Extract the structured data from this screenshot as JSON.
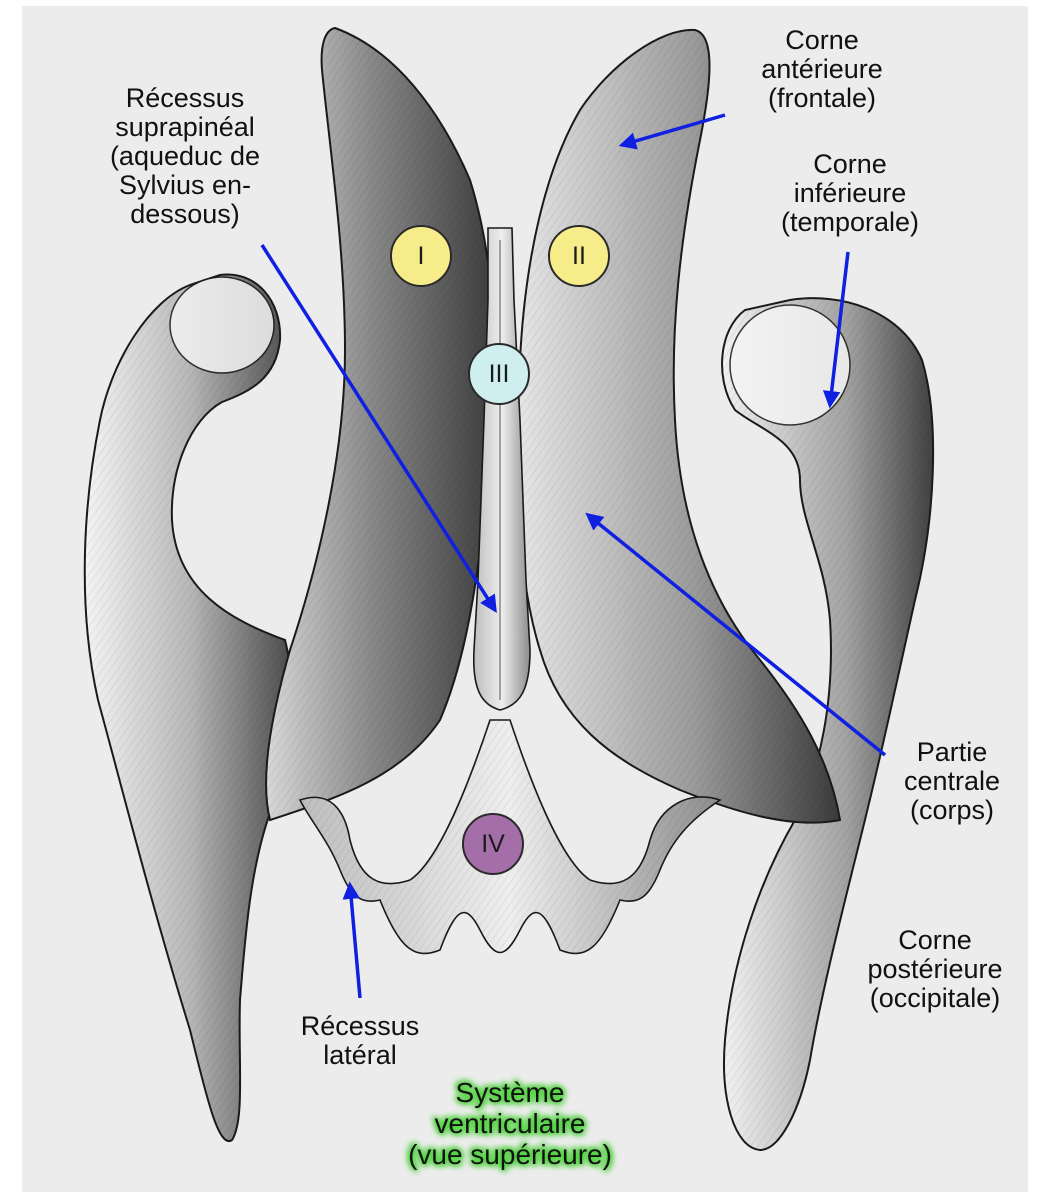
{
  "colors": {
    "background": "#ececec",
    "arrow": "#1020e0",
    "marker_lateral": "#f7ec8a",
    "marker_third": "#cfeef0",
    "marker_fourth": "#a46fa8",
    "caption_glow": "#4cd13a"
  },
  "labels": {
    "corne_anterieure": [
      "Corne",
      "antérieure",
      "(frontale)"
    ],
    "recessus_suprapineal": [
      "Récessus",
      "suprapinéal",
      "(aqueduc de",
      "Sylvius en-",
      "dessous)"
    ],
    "corne_inferieure": [
      "Corne",
      "inférieure",
      "(temporale)"
    ],
    "partie_centrale": [
      "Partie",
      "centrale",
      "(corps)"
    ],
    "corne_posterieure": [
      "Corne",
      "postérieure",
      "(occipitale)"
    ],
    "recessus_lateral": [
      "Récessus",
      "latéral"
    ]
  },
  "markers": {
    "left_lateral": "I",
    "right_lateral": "II",
    "third": "III",
    "fourth": "IV"
  },
  "caption": [
    "Système",
    "ventriculaire",
    "(vue supérieure)"
  ]
}
